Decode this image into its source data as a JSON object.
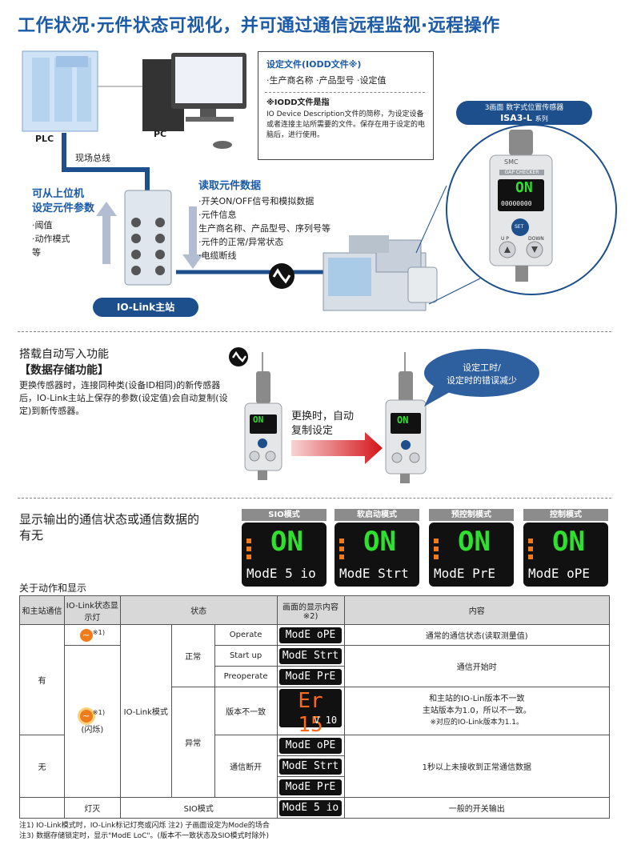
{
  "title": "工作状况·元件状态可视化，并可通过通信远程监视·远程操作",
  "diagram": {
    "plc_label": "PLC",
    "pc_label": "PC",
    "fieldbus_label": "现场总线",
    "iodd_box": {
      "heading": "设定文件(IODD文件※)",
      "items": "·生产商名称 ·产品型号 ·设定值",
      "note_title": "※IODD文件是指",
      "note_body": "IO Device Description文件的简称，为设定设备或者连接主站所需要的文件。保存在用于设定的电脑后，进行使用。"
    },
    "sensor_badge_line1": "3画面 数字式位置传感器",
    "sensor_badge_line2": "ISA3-L",
    "sensor_badge_series": "系列",
    "set_params": {
      "title_line1": "可从上位机",
      "title_line2": "设定元件参数",
      "items": [
        "·阈值",
        "·动作模式",
        "等"
      ]
    },
    "read_data": {
      "title": "读取元件数据",
      "items": [
        "·开关ON/OFF信号和模拟数据",
        "·元件信息",
        "生产商名称、产品型号、序列号等",
        "·元件的正常/异常状态",
        "·电缆断线"
      ]
    },
    "master_label": "IO-Link主站",
    "device_panel": {
      "brand": "SMC",
      "gap_label": "GAP CHECKER",
      "lcd_main": "ON",
      "lcd_sub": "00000000",
      "set_label": "SET",
      "up_label": "U P",
      "down_label": "DOWN"
    }
  },
  "data_storage": {
    "title_line1": "搭载自动写入功能",
    "title_line2": "【数据存储功能】",
    "body": "更换传感器时，连接同种类(设备ID相同)的新传感器后，IO-Link主站上保存的参数(设定值)会自动复制(设定)到新传感器。",
    "arrow_text_line1": "更换时，自动",
    "arrow_text_line2": "复制设定",
    "bubble_line1": "设定工时/",
    "bubble_line2": "设定时的错误减少"
  },
  "display_modes": {
    "title_line1": "显示输出的通信状态或通信数据的",
    "title_line2": "有无",
    "modes": [
      {
        "header": "SIO模式",
        "main": "ON",
        "sub": "ModE 5 io"
      },
      {
        "header": "软启动模式",
        "main": "ON",
        "sub": "ModE Strt"
      },
      {
        "header": "预控制模式",
        "main": "ON",
        "sub": "ModE PrE"
      },
      {
        "header": "控制模式",
        "main": "ON",
        "sub": "ModE oPE"
      }
    ]
  },
  "table": {
    "caption": "关于动作和显示",
    "headers": {
      "col1": "和主站通信",
      "col2": "IO-Link状态显示灯",
      "col3": "状态",
      "col4": "画面的显示内容※2)",
      "col5": "内容"
    },
    "has": "有",
    "none": "无",
    "note1": "※1)",
    "flash": "(闪烁)",
    "iolink_mode": "IO-Link模式",
    "normal": "正常",
    "abnormal": "异常",
    "rows": {
      "operate": "Operate",
      "startup": "Start up",
      "preoperate": "Preoperate",
      "version_mismatch": "版本不一致",
      "comm_break": "通信断开"
    },
    "screens": {
      "ope": "ModE oPE",
      "strt": "ModE Strt",
      "pre": "ModE PrE",
      "er15": "Er 15",
      "v10": "V 10",
      "sio": "ModE 5 io"
    },
    "contents": {
      "operate": "通常的通信状态(读取测量值)",
      "start": "通信开始时",
      "mismatch_line1": "和主站的IO-Lin版本不一致",
      "mismatch_line2": "主站版本为1.0，所以不一致。",
      "mismatch_line3": "※对应的IO-Link版本为1.1。",
      "break": "1秒以上未接收到正常通信数据",
      "off": "一般的开关输出"
    },
    "light_off": "灯灭",
    "sio_mode": "SIO模式"
  },
  "footnotes": {
    "line1": "注1) IO-Link模式时，IO-Link标记灯亮或闪烁   注2) 子画面设定为Mode的场合",
    "line2": "注3) 数据存储锁定时，显示\"ModE LoC\"。(版本不一致状态及SIO模式时除外)"
  },
  "colors": {
    "accent_blue": "#1b5aa6",
    "navy": "#1d4f8c",
    "lcd_green": "#30e030",
    "alert_orange": "#f07b1a",
    "arrow_red": "#d4141a"
  }
}
